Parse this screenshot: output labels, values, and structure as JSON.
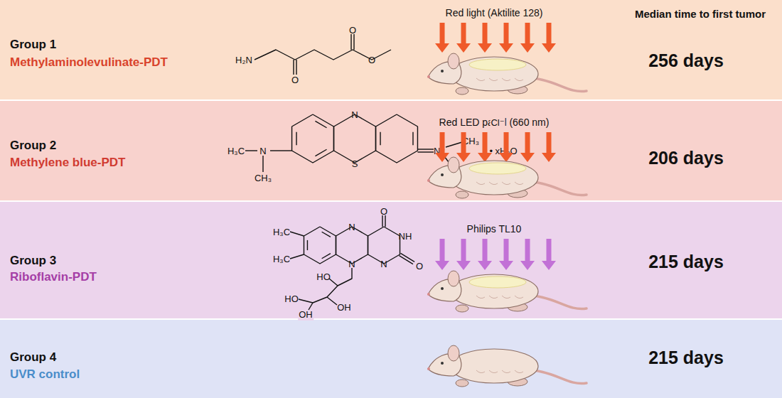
{
  "diagram": {
    "nodes": [
      {
        "text": [
          "Group 1",
          "Methylaminolevulinate-PDT",
          "Red light (Aktilite 128)",
          "256 days"
        ]
      },
      {
        "text": [
          "Group 2",
          "Methylene blue-PDT",
          "Red LED panel (660 nm)",
          "206 days"
        ]
      },
      {
        "text": [
          "Group 3",
          "Riboflavin-PDT",
          "Philips TL10",
          "215 days"
        ]
      },
      {
        "text": [
          "Group 4",
          "UVR control",
          "215 days"
        ]
      }
    ],
    "labels": [
      "Median time to first tumor",
      "H₂N",
      "O",
      "O",
      "O",
      "N",
      "S",
      "H₃C",
      "N",
      "CH₃",
      "N⁺",
      "CH₃",
      "CH₃",
      "Cl⁻",
      "• xH₂O",
      "H₃C",
      "H₃C",
      "N",
      "N",
      "O",
      "NH",
      "O",
      "N",
      "HO",
      "HO",
      "OH",
      "OH"
    ]
  }
}
